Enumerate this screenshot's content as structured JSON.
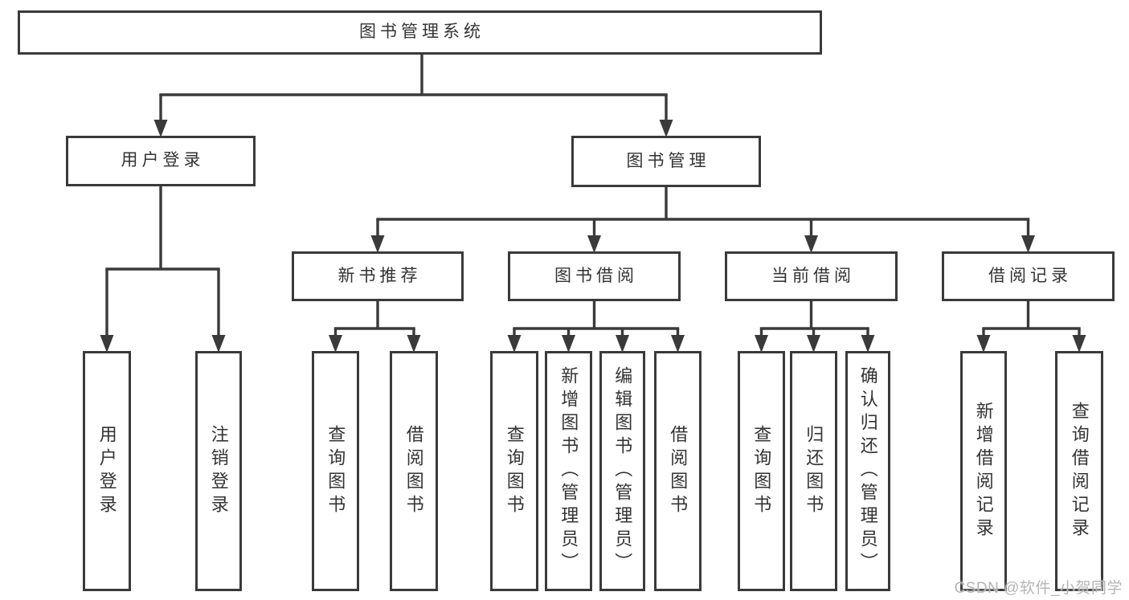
{
  "diagram": {
    "nodes": [
      {
        "id": "system",
        "parent": null,
        "label": "图书管理系统"
      },
      {
        "id": "user-login",
        "parent": "system",
        "label": "用户登录"
      },
      {
        "id": "book-mgmt",
        "parent": "system",
        "label": "图书管理"
      },
      {
        "id": "login",
        "parent": "user-login",
        "label": "用户登录"
      },
      {
        "id": "logout",
        "parent": "user-login",
        "label": "注销登录"
      },
      {
        "id": "new-book-rec",
        "parent": "book-mgmt",
        "label": "新书推荐"
      },
      {
        "id": "book-borrow",
        "parent": "book-mgmt",
        "label": "图书借阅"
      },
      {
        "id": "current-borrow",
        "parent": "book-mgmt",
        "label": "当前借阅"
      },
      {
        "id": "borrow-records",
        "parent": "book-mgmt",
        "label": "借阅记录"
      },
      {
        "id": "rec-query-books",
        "parent": "new-book-rec",
        "label": "查询图书"
      },
      {
        "id": "rec-borrow-books",
        "parent": "new-book-rec",
        "label": "借阅图书"
      },
      {
        "id": "bb-query-books",
        "parent": "book-borrow",
        "label": "查询图书"
      },
      {
        "id": "bb-add-books",
        "parent": "book-borrow",
        "label": "新增图书（管理员）"
      },
      {
        "id": "bb-edit-books",
        "parent": "book-borrow",
        "label": "编辑图书（管理员）"
      },
      {
        "id": "bb-borrow-books",
        "parent": "book-borrow",
        "label": "借阅图书"
      },
      {
        "id": "cb-query-books",
        "parent": "current-borrow",
        "label": "查询图书"
      },
      {
        "id": "cb-return-books",
        "parent": "current-borrow",
        "label": "归还图书"
      },
      {
        "id": "cb-confirm-return",
        "parent": "current-borrow",
        "label": "确认归还（管理员）"
      },
      {
        "id": "br-add-record",
        "parent": "borrow-records",
        "label": "新增借阅记录"
      },
      {
        "id": "br-query-record",
        "parent": "borrow-records",
        "label": "查询借阅记录"
      }
    ]
  },
  "watermark": {
    "text": "CSDN @软件_小贺同学"
  },
  "colors": {
    "line": "#3a3a3a",
    "text": "#333333",
    "watermark": "#b5b5b5",
    "background": "#ffffff"
  }
}
